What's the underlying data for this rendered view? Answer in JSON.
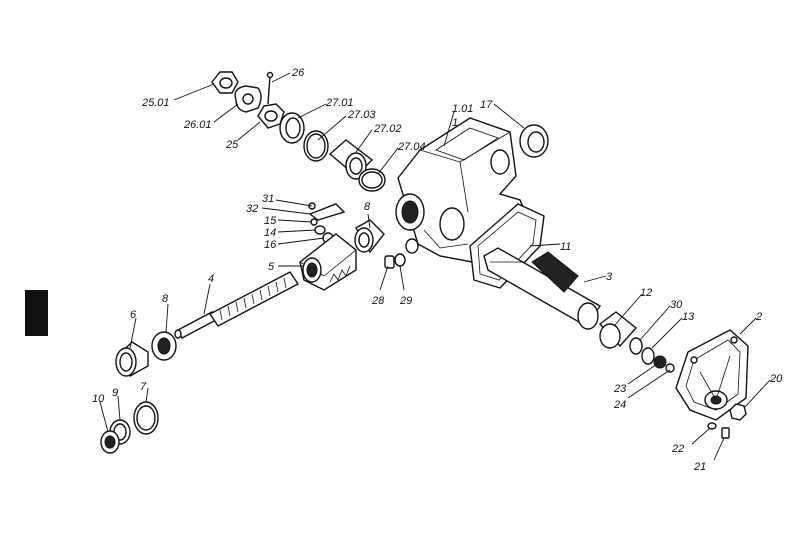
{
  "callouts": [
    {
      "id": "c-25-01",
      "text": "25.01"
    },
    {
      "id": "c-26",
      "text": "26"
    },
    {
      "id": "c-26-01",
      "text": "26.01"
    },
    {
      "id": "c-25",
      "text": "25"
    },
    {
      "id": "c-27-01",
      "text": "27.01"
    },
    {
      "id": "c-27-03",
      "text": "27.03"
    },
    {
      "id": "c-27-02",
      "text": "27.02"
    },
    {
      "id": "c-27-04",
      "text": "27.04"
    },
    {
      "id": "c-1-01",
      "text": "1.01"
    },
    {
      "id": "c-1",
      "text": "1"
    },
    {
      "id": "c-17",
      "text": "17"
    },
    {
      "id": "c-31",
      "text": "31"
    },
    {
      "id": "c-32",
      "text": "32"
    },
    {
      "id": "c-15",
      "text": "15"
    },
    {
      "id": "c-14",
      "text": "14"
    },
    {
      "id": "c-16",
      "text": "16"
    },
    {
      "id": "c-8a",
      "text": "8"
    },
    {
      "id": "c-5",
      "text": "5"
    },
    {
      "id": "c-11",
      "text": "11"
    },
    {
      "id": "c-3",
      "text": "3"
    },
    {
      "id": "c-4",
      "text": "4"
    },
    {
      "id": "c-28",
      "text": "28"
    },
    {
      "id": "c-29",
      "text": "29"
    },
    {
      "id": "c-12",
      "text": "12"
    },
    {
      "id": "c-30",
      "text": "30"
    },
    {
      "id": "c-13",
      "text": "13"
    },
    {
      "id": "c-2",
      "text": "2"
    },
    {
      "id": "c-6",
      "text": "6"
    },
    {
      "id": "c-8b",
      "text": "8"
    },
    {
      "id": "c-20",
      "text": "20"
    },
    {
      "id": "c-23",
      "text": "23"
    },
    {
      "id": "c-24",
      "text": "24"
    },
    {
      "id": "c-10",
      "text": "10"
    },
    {
      "id": "c-9",
      "text": "9"
    },
    {
      "id": "c-7",
      "text": "7"
    },
    {
      "id": "c-22",
      "text": "22"
    },
    {
      "id": "c-21",
      "text": "21"
    }
  ]
}
